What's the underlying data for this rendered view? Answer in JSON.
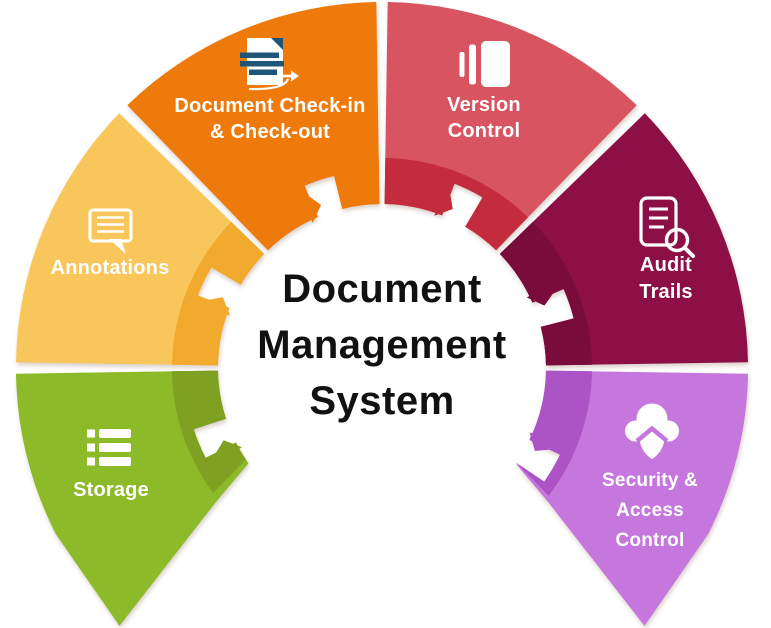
{
  "title": {
    "lines": [
      "Document",
      "Management",
      "System"
    ],
    "color": "#111111"
  },
  "segments": [
    {
      "id": "storage",
      "label_lines": [
        "Storage"
      ],
      "color": "#8CBA29",
      "band_color": "#7FA021",
      "icon": "server-stack-icon"
    },
    {
      "id": "annotations",
      "label_lines": [
        "Annotations"
      ],
      "color": "#F9C65C",
      "band_color": "#F2AA2E",
      "icon": "comment-icon"
    },
    {
      "id": "checkin",
      "label_lines": [
        "Document Check-in",
        "& Check-out"
      ],
      "color": "#EF7A0C",
      "band_color": "#EF7A0C",
      "icon": "document-transfer-icon"
    },
    {
      "id": "version",
      "label_lines": [
        "Version",
        "Control"
      ],
      "color": "#D85460",
      "band_color": "#C42C3E",
      "icon": "versions-icon"
    },
    {
      "id": "audit",
      "label_lines": [
        "Audit",
        "Trails"
      ],
      "color": "#8C1045",
      "band_color": "#7A0C3B",
      "icon": "document-search-icon"
    },
    {
      "id": "security",
      "label_lines": [
        "Security &",
        "Access",
        "Control"
      ],
      "color": "#C677DD",
      "band_color": "#AC53C6",
      "icon": "hooded-user-icon"
    }
  ],
  "icon_colors": {
    "document_lines": "#1E5677",
    "hood_accent": "#C677DD",
    "icon_white": "#FFFFFF"
  }
}
